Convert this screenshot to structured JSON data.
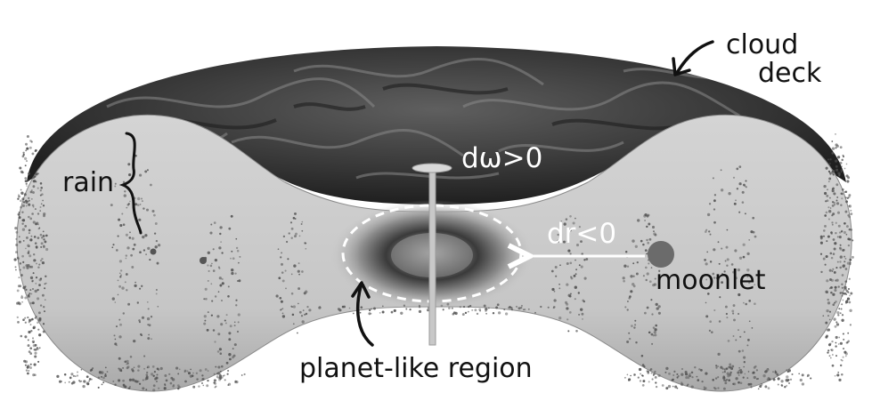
{
  "labels": {
    "cloud_line1": "cloud",
    "cloud_line2": "deck",
    "rain": "rain",
    "dw": "dω>0",
    "dr": "dr<0",
    "moonlet": "moonlet",
    "region": "planet-like region"
  },
  "colors": {
    "cloud_dark": "#2f2f2f",
    "cloud_mid": "#6a6a6a",
    "body_light": "#c9c9c9",
    "rain_dots": "#555555",
    "hole_dark": "#3a3a3a",
    "moonlet": "#6b6b6b",
    "annotation_light": "#ffffff",
    "annotation_dark": "#111111"
  }
}
